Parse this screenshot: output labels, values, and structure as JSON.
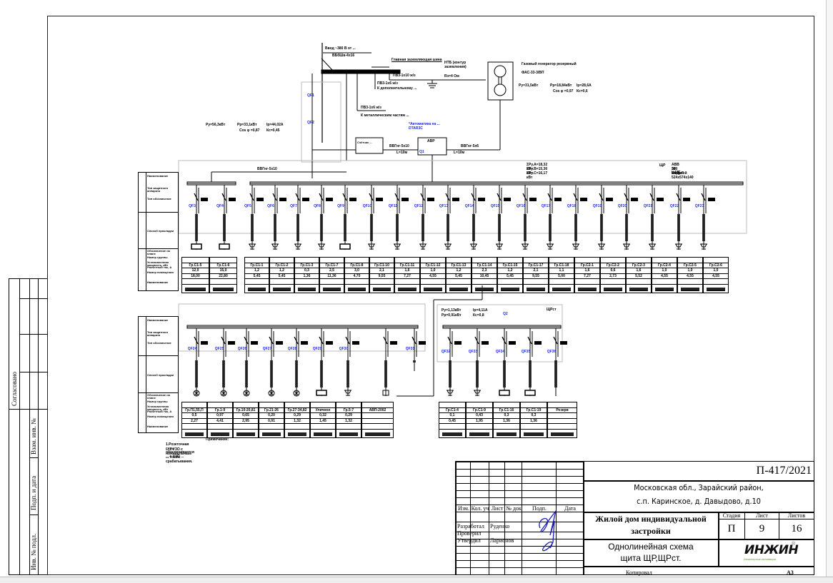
{
  "sheet": {
    "doc_code": "П-417/2021",
    "address_line1": "Московская обл., Зарайский район,",
    "address_line2": "с.п. Каринское, д. Давыдово, д.10",
    "object_title_line1": "Жилой дом индивидуальной",
    "object_title_line2": "застройки",
    "drawing_title_line1": "Однолинейная схема",
    "drawing_title_line2": "щита ЩР,ЩРст.",
    "stage_label": "Стадия",
    "sheet_label": "Лист",
    "sheets_label": "Листов",
    "stage_value": "П",
    "sheet_value": "9",
    "sheets_value": "16",
    "logo_text": "ИНЖИН",
    "logo_subtext": "Инженерные инновации",
    "logo_mark": "®",
    "copied_label": "Копировал",
    "format_label": "А3",
    "accent_green": "#5aa02c"
  },
  "revision_table": {
    "headers": [
      "Изм.",
      "Кол. уч",
      "Лист",
      "№ док",
      "Подп.",
      "Дата"
    ],
    "rows": [
      {
        "role": "Разработал",
        "name": "Руденко"
      },
      {
        "role": "Проверил",
        "name": ""
      },
      {
        "role": "Утвердил",
        "name": "Ларионов"
      }
    ]
  },
  "left_margin": {
    "agreed_label": "Согласовано",
    "replace_inv_label": "Взам. инв. №",
    "sign_date_label": "Подп. и дата",
    "inv_orig_label": "Инв. № подл."
  },
  "diagram": {
    "input_cable_note": "Ввод ~380 В от ...",
    "input_cable": "ВБбШв-4х16",
    "main_ground_bus": "Главная заземляющая шина",
    "grounding_label": "НТБ (контур заземления)",
    "grounding_resistance": "Rз=4 Ом",
    "pe_cable_1": "ПВ3-1х10 ж/з",
    "pe_cable_2": "ПВ3-1х6 ж/з",
    "pe_cable_3": "ПВ3-1х6 ж/з",
    "pe_note_1": "К дополнительному ...",
    "pe_note_2": "К металлическим частям ...",
    "generator_title": "Газовый генератор резервный",
    "generator_model": "ФАС-33-3/ВП",
    "generator_params": [
      "Pу=31,5кВт",
      "Pр=18,84кВт",
      "Iр=28,6А",
      "Cos φ =0,97",
      "Кс=0,6"
    ],
    "main_params": [
      "Pу=56,3кВт",
      "Pр=33,1кВт",
      "Iр=44,02А",
      "Cos φ =0,87",
      "Кс=0,45"
    ],
    "meter_box_label": "Счётчик ... ",
    "ats_label": "АВР",
    "ats_id": "Q1",
    "ats_note": "*Автоматика на ... DTAR3C",
    "cable_left": "ВВГнг-5х10",
    "cable_right": "ВВГнг-5х6",
    "cable_length_left": "L=10м",
    "cable_length_right": "L=10м",
    "breakers_top": [
      "QF1",
      "QF2"
    ],
    "feed_cable": "ВВГнг-5х10",
    "panel_sums": [
      "ΣPу.А=18,32 кВт",
      "ΣPу.В=15,36 кВт",
      "ΣPу.С=16,17 кВт"
    ],
    "panel_id": "ЩР",
    "panel_model": [
      "ABB SRI U42E",
      "36 модулей",
      "ВхШхГ 524х574х140"
    ],
    "panel2_id": "ЩРст",
    "panel2_params": [
      "Pу=1,13кВт",
      "Pр=0,91кВт",
      "Iр=4,11А",
      "Кс=0,8"
    ],
    "panel2_breaker": "Q2",
    "legend_labels": [
      "Наименование",
      "Тип защитного аппарата",
      "Тип обозначение",
      "Способ прокладки",
      "Обозначение на плане",
      "Номер группы",
      "Установленная мощность, кВт",
      "Расчетный ток, А",
      "Номер помещения",
      "Наименование"
    ]
  },
  "upper_groups": [
    {
      "qf": "QF3",
      "group": "Гр.С1-5",
      "power": "12,0",
      "current": "18,00",
      "load": "box"
    },
    {
      "qf": "QF4",
      "group": "Гр.С1-6",
      "power": "15,0",
      "current": "22,80",
      "load": "box"
    },
    {
      "qf": "QF5",
      "group": "Гр.С1-1",
      "power": "1,2",
      "current": "5,45",
      "load": "socket"
    },
    {
      "qf": "QF6",
      "group": "Гр.С1-2",
      "power": "1,2",
      "current": "5,45",
      "load": "socket"
    },
    {
      "qf": "QF7",
      "group": "Гр.С1-3",
      "power": "0,3",
      "current": "1,36",
      "load": "socket"
    },
    {
      "qf": "QF8",
      "group": "Гр.С1-7",
      "power": "2,5",
      "current": "11,36",
      "load": "socket"
    },
    {
      "qf": "QF9",
      "group": "Гр.С1-8",
      "power": "3,0",
      "current": "4,70",
      "load": "box"
    },
    {
      "qf": "QF10",
      "group": "Гр.С1-10",
      "power": "2,1",
      "current": "9,55",
      "load": "socket"
    },
    {
      "qf": "QF11",
      "group": "Гр.С1-11",
      "power": "1,6",
      "current": "7,27",
      "load": "socket"
    },
    {
      "qf": "QF12",
      "group": "Гр.С1-12",
      "power": "1,0",
      "current": "4,55",
      "load": "socket"
    },
    {
      "qf": "QF13",
      "group": "Гр.С1-13",
      "power": "1,2",
      "current": "5,45",
      "load": "socket"
    },
    {
      "qf": "QF14",
      "group": "Гр.С1-14",
      "power": "2,3",
      "current": "10,45",
      "load": "socket"
    },
    {
      "qf": "QF15",
      "group": "Гр.С1-15",
      "power": "1,2",
      "current": "5,45",
      "load": "socket"
    },
    {
      "qf": "QF16",
      "group": "Гр.С1-17",
      "power": "2,1",
      "current": "9,55",
      "load": "socket"
    },
    {
      "qf": "QF17",
      "group": "Гр.С1-18",
      "power": "1,1",
      "current": "5,00",
      "load": "socket"
    },
    {
      "qf": "QF18",
      "group": "Гр.С2-1",
      "power": "1,6",
      "current": "7,27",
      "load": "socket"
    },
    {
      "qf": "QF19",
      "group": "Гр.С2-2",
      "power": "0,6",
      "current": "2,73",
      "load": "socket"
    },
    {
      "qf": "QF20",
      "group": "Гр.С2-3",
      "power": "1,6",
      "current": "5,52",
      "load": "socket"
    },
    {
      "qf": "QF21",
      "group": "Гр.С2-4",
      "power": "1,0",
      "current": "4,55",
      "load": "socket"
    },
    {
      "qf": "QF22",
      "group": "Гр.С2-5",
      "power": "1,0",
      "current": "4,55",
      "load": "socket"
    },
    {
      "qf": "QF23",
      "group": "Гр.С2-6",
      "power": "1,0",
      "current": "4,55",
      "load": "socket"
    }
  ],
  "lower_groups": [
    {
      "qf": "QF24",
      "group": "Гр.П1,55,П",
      "power": "0,5",
      "current": "2,27",
      "load": "lamp"
    },
    {
      "qf": "QF25",
      "group": "Гр.1-9",
      "power": "0,97",
      "current": "4,41",
      "load": "lamp"
    },
    {
      "qf": "QF26",
      "group": "Гр.10-20,81",
      "power": "0,65",
      "current": "2,95",
      "load": "lamp"
    },
    {
      "qf": "QF27",
      "group": "Гр.21-26",
      "power": "0,20",
      "current": "0,91",
      "load": "lamp"
    },
    {
      "qf": "QF28",
      "group": "Гр.27-34,82",
      "power": "0,29",
      "current": "1,32",
      "load": "lamp"
    },
    {
      "qf": "QF29",
      "group": "Уличное",
      "power": "0,32",
      "current": "1,45",
      "load": "box"
    },
    {
      "qf": "QF30",
      "group": "Гр.5-7",
      "power": "0,29",
      "current": "1,32",
      "load": "socket"
    },
    {
      "qf": "",
      "group": "АВП-2002",
      "power": "",
      "current": "",
      "load": "switch"
    }
  ],
  "standby_groups": [
    {
      "qf": "QF32",
      "group": "Гр.С1-4",
      "power": "0,1",
      "current": "0,45",
      "load": "socket"
    },
    {
      "qf": "QF33",
      "group": "Гр.С1-9",
      "power": "0,43",
      "current": "1,95",
      "load": "socket"
    },
    {
      "qf": "QF34",
      "group": "Гр.С1-16",
      "power": "0,3",
      "current": "1,36",
      "load": "box"
    },
    {
      "qf": "QF35",
      "group": "Гр.С1-19",
      "power": "0,3",
      "current": "1,36",
      "load": "box"
    },
    {
      "qf": "QF36",
      "group": "Резерв",
      "power": "",
      "current": "",
      "load": "none"
    }
  ],
  "notes": {
    "title": "Примечание:",
    "line1": "1.Розеточная сеть обеспечивается ... с УЗО ...",
    "line2": "... с УЗО с номинальным ... током срабатывания."
  }
}
